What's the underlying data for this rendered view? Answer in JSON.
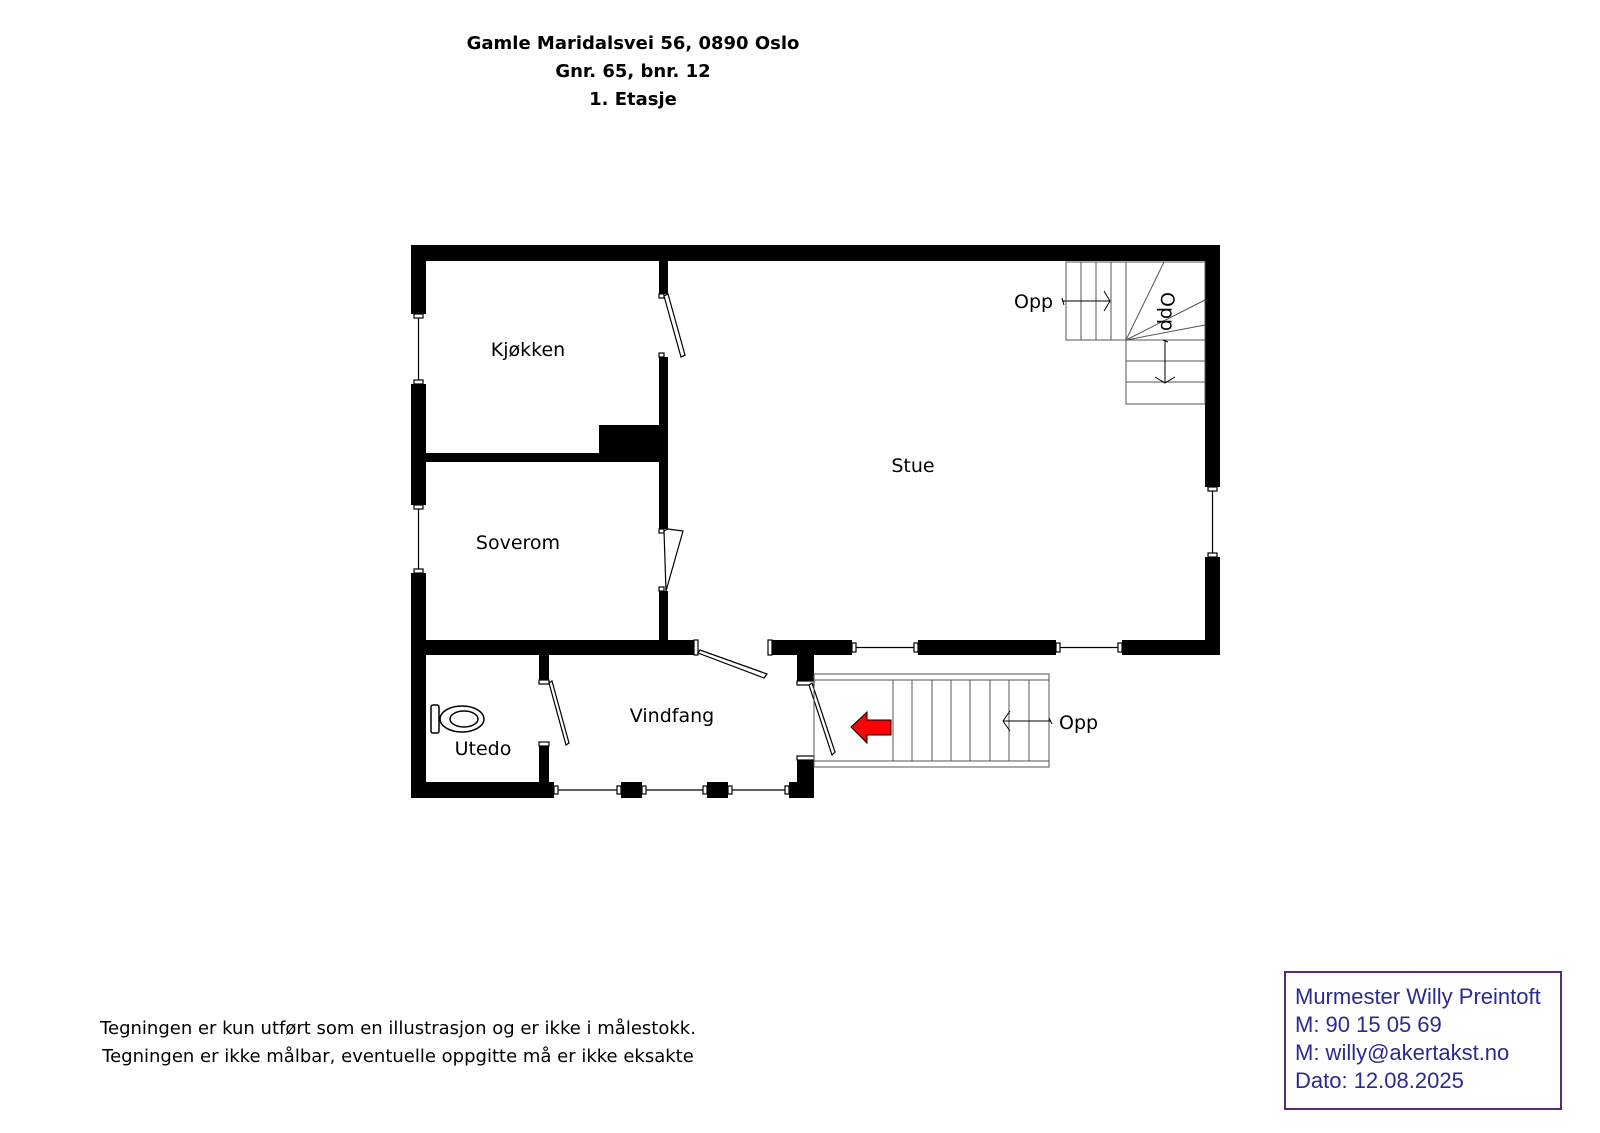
{
  "header": {
    "address": "Gamle Maridalsvei 56, 0890 Oslo",
    "property_id": "Gnr. 65, bnr. 12",
    "floor": "1. Etasje"
  },
  "rooms": {
    "kitchen": "Kjøkken",
    "bedroom": "Soverom",
    "living": "Stue",
    "entrance": "Vindfang",
    "outhouse": "Utedo"
  },
  "stairs": {
    "inner_up_left": "Opp",
    "inner_up_right": "Opp",
    "outer_up": "Opp"
  },
  "disclaimer": {
    "line1": "Tegningen er kun utført som en illustrasjon og er ikke i målestokk.",
    "line2": "Tegningen er ikke målbar, eventuelle oppgitte må er ikke eksakte"
  },
  "contact": {
    "name": "Murmester Willy Preintoft",
    "phone": "M: 90 15 05 69",
    "email": "M: willy@akertakst.no",
    "date": "Dato: 12.08.2025"
  },
  "colors": {
    "wall": "#000000",
    "arrow": "#ff0000",
    "contact_text": "#2a2a8f",
    "contact_border": "#5a2a7a"
  }
}
